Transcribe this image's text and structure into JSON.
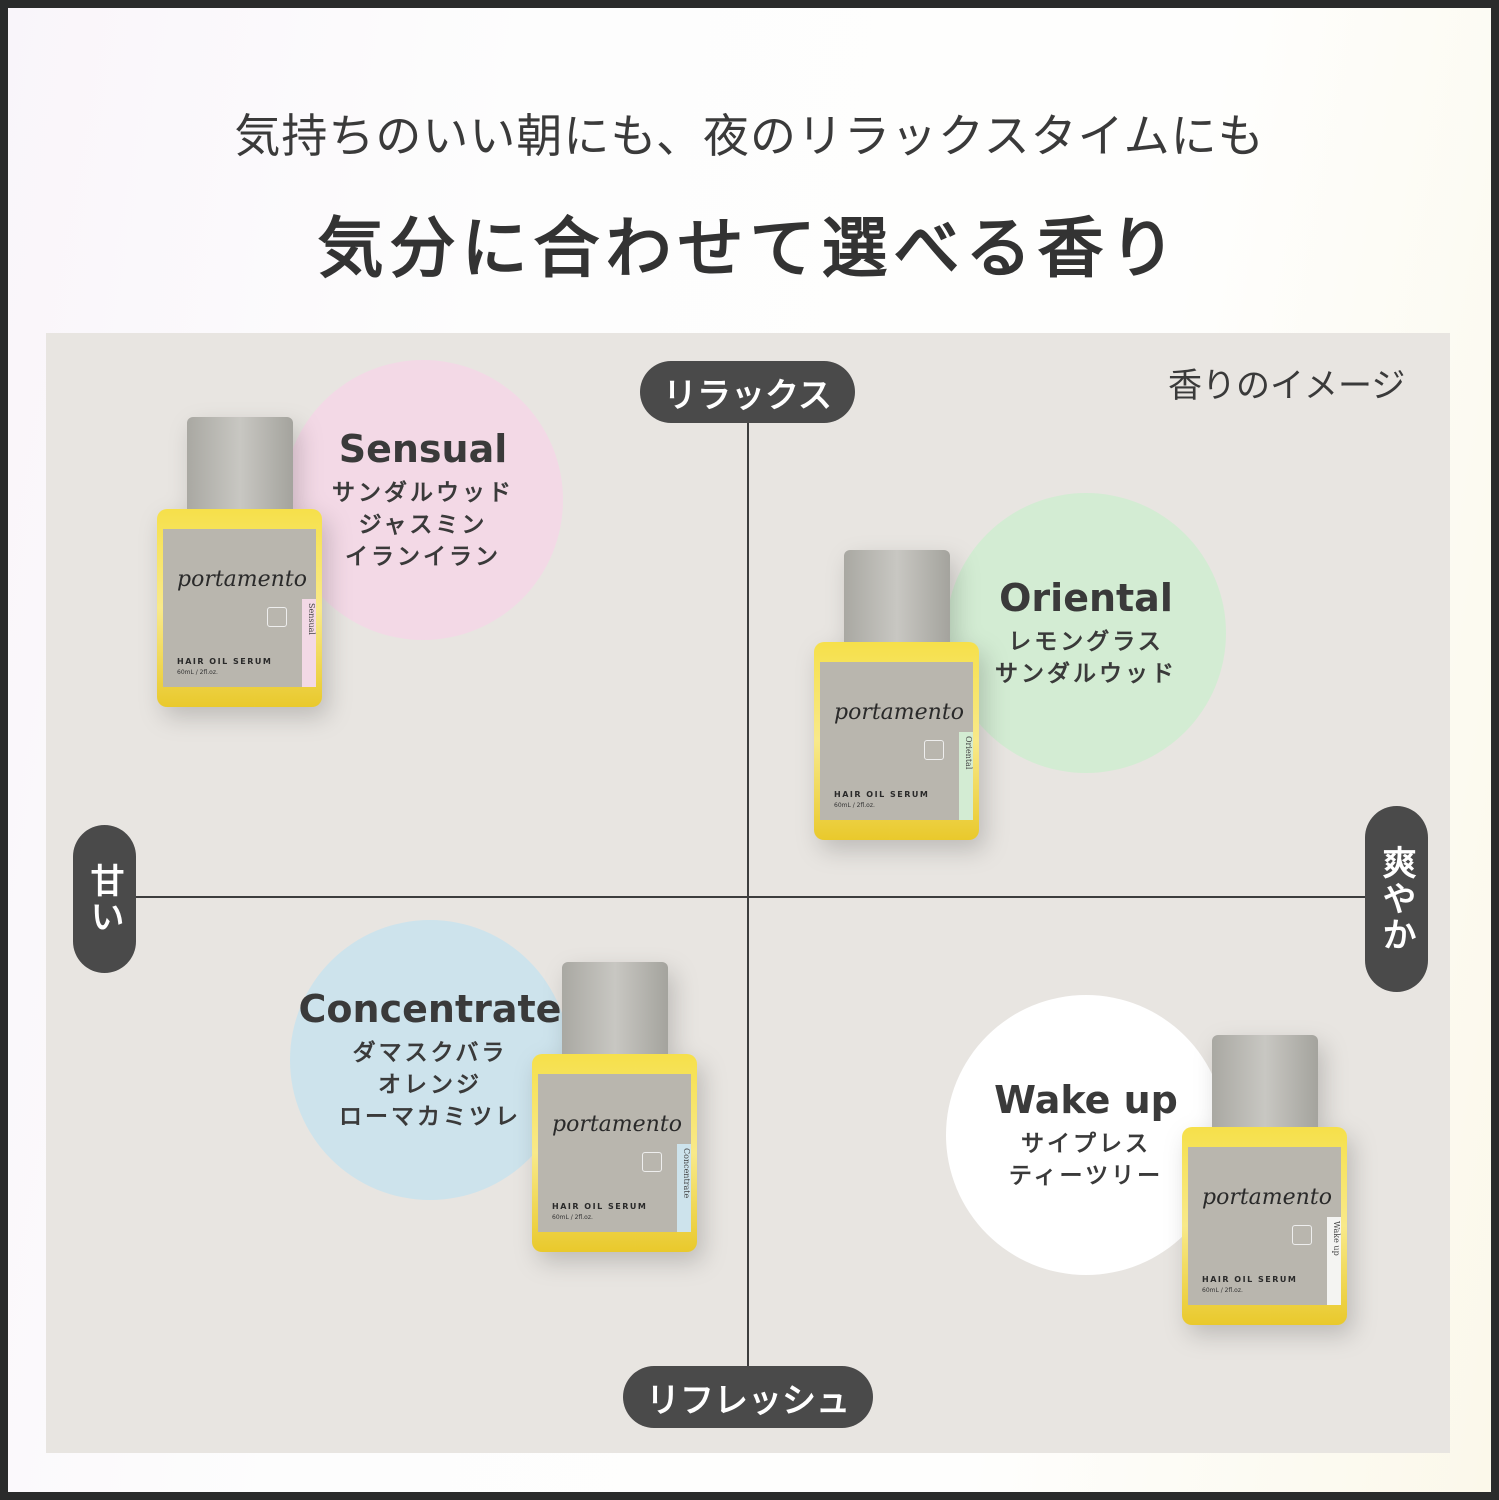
{
  "header": {
    "subtitle": "気持ちのいい朝にも、夜のリラックスタイムにも",
    "title": "気分に合わせて選べる香り"
  },
  "map": {
    "legend": "香りのイメージ",
    "axis_top": "リラックス",
    "axis_bottom": "リフレッシュ",
    "axis_left": "甘い",
    "axis_right": "爽やか"
  },
  "colors": {
    "panel": "#e8e5e1",
    "pill": "#4a4a4a",
    "sensual": "#f3d9e6",
    "oriental": "#d3ecd3",
    "concentrate": "#cde3ec",
    "wakeup": "#ffffff"
  },
  "products": [
    {
      "name": "Sensual",
      "notes": [
        "サンダルウッド",
        "ジャスミン",
        "イランイラン"
      ],
      "brand": "portamento",
      "label": "HAIR OIL SERUM",
      "volume": "60mL / 2fl.oz.",
      "tab": "Sensual"
    },
    {
      "name": "Oriental",
      "notes": [
        "レモングラス",
        "サンダルウッド"
      ],
      "brand": "portamento",
      "label": "HAIR OIL SERUM",
      "volume": "60mL / 2fl.oz.",
      "tab": "Oriental"
    },
    {
      "name": "Concentrate",
      "notes": [
        "ダマスクバラ",
        "オレンジ",
        "ローマカミツレ"
      ],
      "brand": "portamento",
      "label": "HAIR OIL SERUM",
      "volume": "60mL / 2fl.oz.",
      "tab": "Concentrate"
    },
    {
      "name": "Wake up",
      "notes": [
        "サイプレス",
        "ティーツリー"
      ],
      "brand": "portamento",
      "label": "HAIR OIL SERUM",
      "volume": "60mL / 2fl.oz.",
      "tab": "Wake up"
    }
  ]
}
